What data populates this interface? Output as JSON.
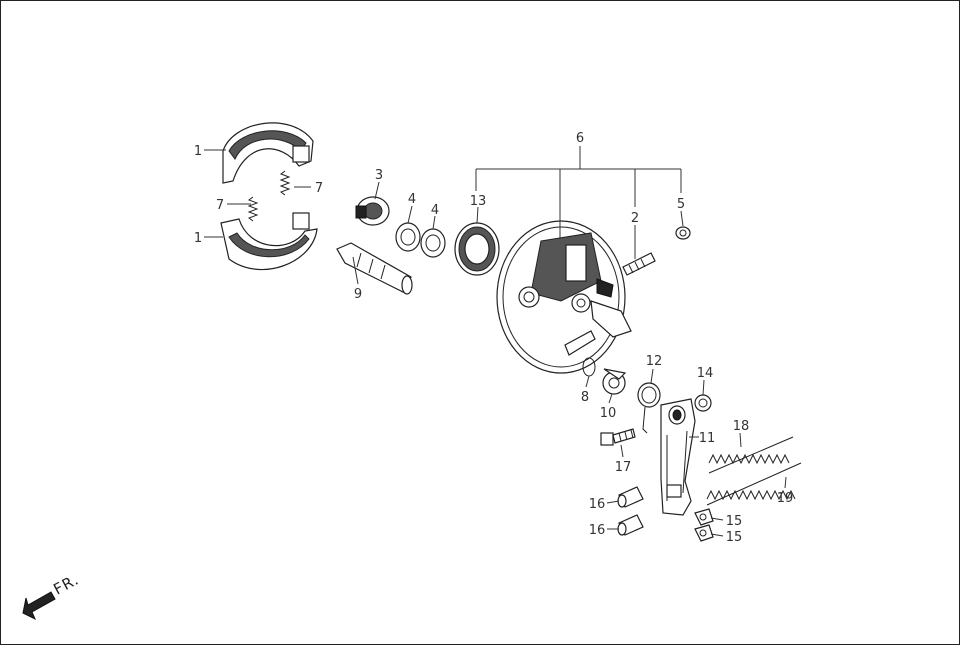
{
  "diagram": {
    "callouts": [
      {
        "id": "c1a",
        "text": "1"
      },
      {
        "id": "c1b",
        "text": "1"
      },
      {
        "id": "c7a",
        "text": "7"
      },
      {
        "id": "c7b",
        "text": "7"
      },
      {
        "id": "c3",
        "text": "3"
      },
      {
        "id": "c9",
        "text": "9"
      },
      {
        "id": "c4a",
        "text": "4"
      },
      {
        "id": "c4b",
        "text": "4"
      },
      {
        "id": "c13",
        "text": "13"
      },
      {
        "id": "c6",
        "text": "6"
      },
      {
        "id": "c2",
        "text": "2"
      },
      {
        "id": "c5",
        "text": "5"
      },
      {
        "id": "c8",
        "text": "8"
      },
      {
        "id": "c10",
        "text": "10"
      },
      {
        "id": "c12",
        "text": "12"
      },
      {
        "id": "c14",
        "text": "14"
      },
      {
        "id": "c11",
        "text": "11"
      },
      {
        "id": "c18",
        "text": "18"
      },
      {
        "id": "c17",
        "text": "17"
      },
      {
        "id": "c19",
        "text": "19"
      },
      {
        "id": "c16a",
        "text": "16"
      },
      {
        "id": "c16b",
        "text": "16"
      },
      {
        "id": "c15a",
        "text": "15"
      },
      {
        "id": "c15b",
        "text": "15"
      }
    ],
    "direction_label": "FR.",
    "icons": {
      "direction": "front-direction-arrow-icon"
    }
  }
}
